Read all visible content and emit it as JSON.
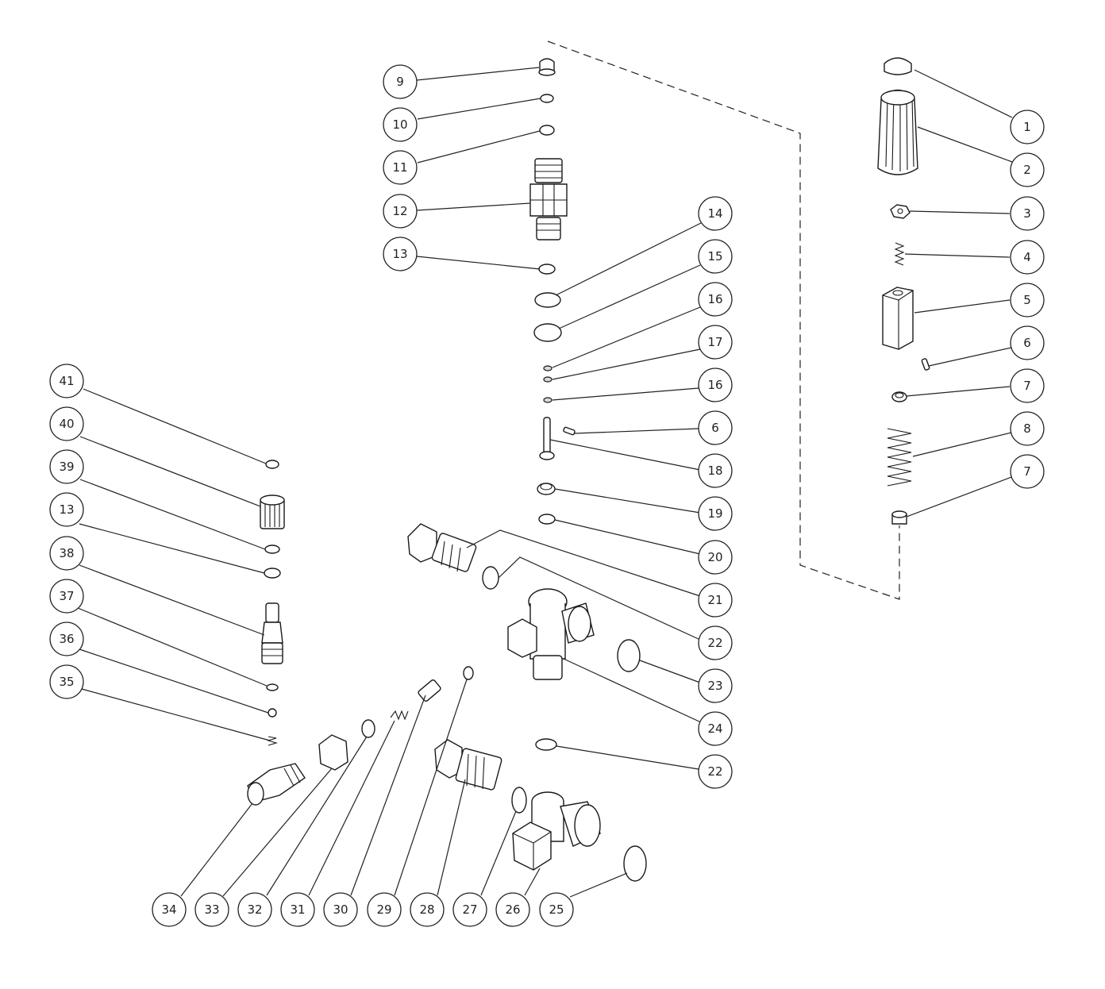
{
  "callouts": [
    "1",
    "2",
    "3",
    "4",
    "5",
    "6",
    "7",
    "8",
    "7",
    "9",
    "10",
    "11",
    "12",
    "13",
    "14",
    "15",
    "16",
    "17",
    "16",
    "6",
    "18",
    "19",
    "20",
    "21",
    "22",
    "23",
    "24",
    "22",
    "41",
    "40",
    "39",
    "13",
    "38",
    "37",
    "36",
    "35",
    "34",
    "33",
    "32",
    "31",
    "30",
    "29",
    "28",
    "27",
    "26",
    "25"
  ]
}
